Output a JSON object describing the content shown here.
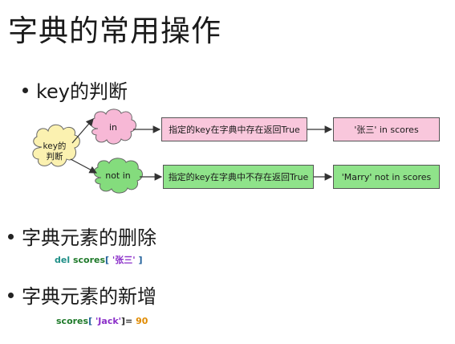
{
  "title": "字典的常用操作",
  "sections": {
    "key_check": "key的判断",
    "delete": "字典元素的删除",
    "add": "字典元素的新增"
  },
  "diagram": {
    "start": "key的\n判断",
    "branch_in": "in",
    "branch_not_in": "not in",
    "in_desc": "指定的key在字典中存在返回True",
    "in_example": "'张三'   in scores",
    "not_in_desc": "指定的key在字典中不存在返回True",
    "not_in_example": "'Marry' not  in scores"
  },
  "code_delete": {
    "keyword": "del",
    "name": "scores",
    "open": "[",
    "key": "'张三'",
    "close": "]"
  },
  "code_add": {
    "name": "scores",
    "open": "[",
    "key": "'Jack'",
    "close": "]=",
    "value": "90"
  },
  "colors": {
    "pink": "#f9c7dc",
    "green": "#8fe38a",
    "cloud_pink": "#f7b8d6",
    "cloud_green": "#84dc7d",
    "start_yellow": "#fbf1b0"
  }
}
